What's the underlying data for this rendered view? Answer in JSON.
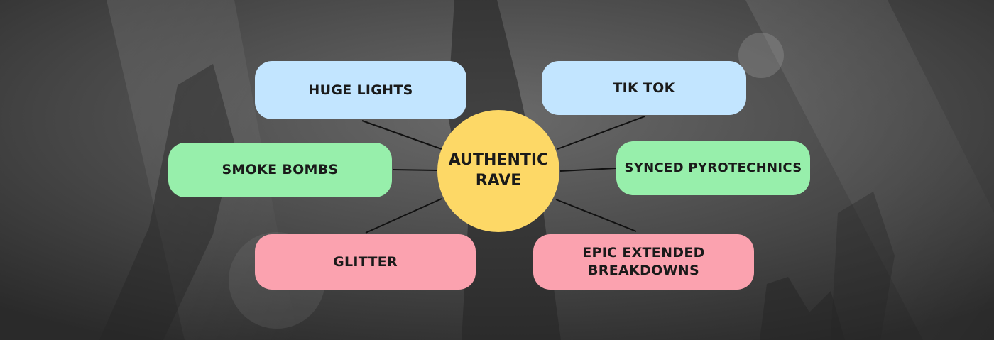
{
  "center": {
    "label": "AUTHENTIC RAVE"
  },
  "nodes": [
    {
      "id": "huge-lights",
      "label": "HUGE LIGHTS",
      "color": "#c2e5ff"
    },
    {
      "id": "tik-tok",
      "label": "TIK TOK",
      "color": "#c2e5ff"
    },
    {
      "id": "smoke-bombs",
      "label": "SMOKE BOMBS",
      "color": "#97efab"
    },
    {
      "id": "synced-pyrotechnics",
      "label": "SYNCED PYROTECHNICS",
      "color": "#97efab"
    },
    {
      "id": "glitter",
      "label": "GLITTER",
      "color": "#fba2af"
    },
    {
      "id": "epic-extended-breakdowns",
      "label": "EPIC EXTENDED BREAKDOWNS",
      "color": "#fba2af"
    }
  ],
  "colors": {
    "hub": "#fdd866",
    "connector": "#111111",
    "background": "#3b3b3b"
  }
}
